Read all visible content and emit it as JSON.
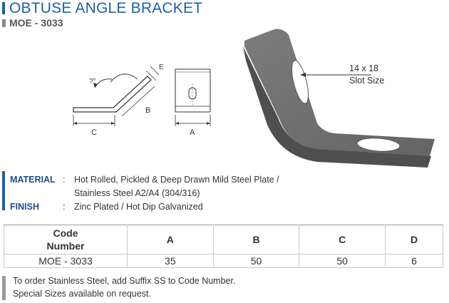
{
  "header": {
    "title": "OBTUSE ANGLE BRACKET",
    "code": "MOE - 3033"
  },
  "drawing": {
    "labels": {
      "angle": "?°",
      "e": "E",
      "b": "B",
      "c": "C",
      "a": "A"
    }
  },
  "photo": {
    "slot_label_1": "14 x 18",
    "slot_label_2": "Slot Size"
  },
  "specs": {
    "material_label": "MATERIAL",
    "material_line1": "Hot Rolled, Pickled & Deep Drawn Mild Steel Plate /",
    "material_line2": "Stainless Steel A2/A4 (304/316)",
    "finish_label": "FINISH",
    "finish_text": "Zinc Plated / Hot Dip Galvanized",
    "colon": ":"
  },
  "table": {
    "headers": {
      "code_line1": "Code",
      "code_line2": "Number",
      "a": "A",
      "b": "B",
      "c": "C",
      "d": "D"
    },
    "row": {
      "code": "MOE - 3033",
      "a": "35",
      "b": "50",
      "c": "50",
      "d": "6"
    }
  },
  "notes": {
    "line1": "To order Stainless Steel, add Suffix SS to Code Number.",
    "line2": "Special Sizes available on request."
  },
  "colors": {
    "accent": "#1d5fa6",
    "steel": "#727272",
    "muted": "#9a9a9a"
  }
}
